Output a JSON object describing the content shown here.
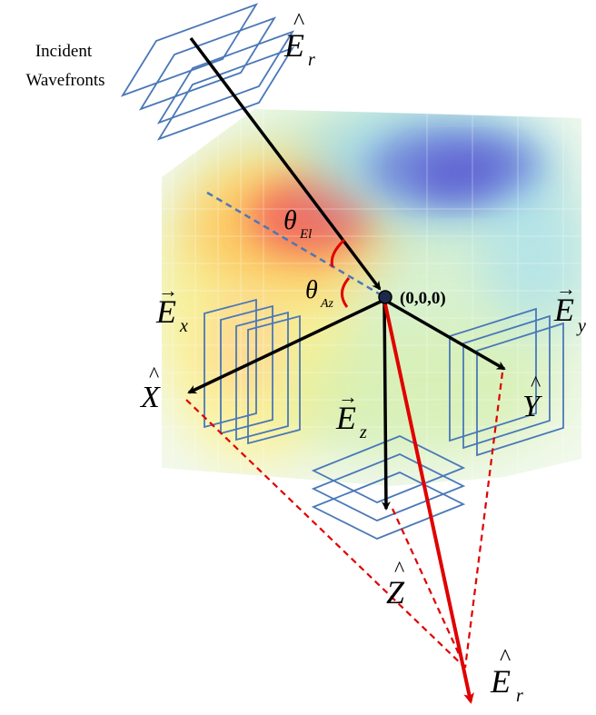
{
  "labels": {
    "incident_line1": "Incident",
    "incident_line2": "Wavefronts",
    "origin": "(0,0,0)",
    "er_top_letter": "E",
    "er_top_sub": "r",
    "ex_letter": "E",
    "ex_sub": "x",
    "ey_letter": "E",
    "ey_sub": "y",
    "ez_letter": "E",
    "ez_sub": "z",
    "x_axis": "X",
    "y_axis": "Y",
    "z_axis": "Z",
    "er_bottom_letter": "E",
    "er_bottom_sub": "r",
    "theta_el": "θ",
    "theta_el_sub": "El",
    "theta_az": "θ",
    "theta_az_sub": "Az",
    "hat": "^",
    "vec": "→"
  },
  "colors": {
    "wavefront": "#4a78b8",
    "axis": "#000000",
    "reflected": "#e00000",
    "dashed_ref": "#4a78b8",
    "angle_arc": "#e00000",
    "origin_dot": "#1b2a4a"
  }
}
